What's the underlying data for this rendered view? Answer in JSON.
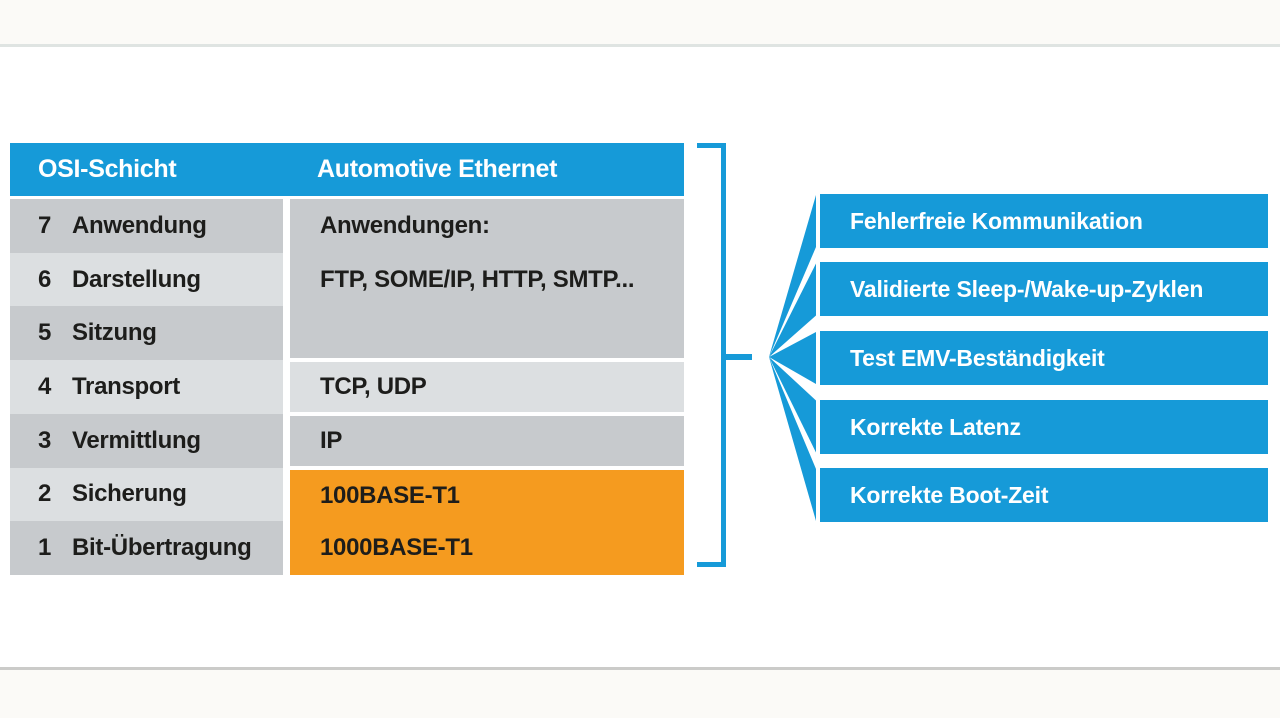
{
  "colors": {
    "blue": "#169ad8",
    "orange": "#f59b1f",
    "row-dark": "#c7cacd",
    "row-light": "#dcdfe1",
    "ink": "#1d1d1b",
    "band": "#fbfaf7",
    "divider-top": "#dfe4e2",
    "divider-bottom": "#cbcbc9"
  },
  "table": {
    "header": {
      "col1": "OSI-Schicht",
      "col2": "Automotive Ethernet"
    },
    "rows": [
      {
        "num": "7",
        "name": "Anwendung"
      },
      {
        "num": "6",
        "name": "Darstellung"
      },
      {
        "num": "5",
        "name": "Sitzung"
      },
      {
        "num": "4",
        "name": "Transport"
      },
      {
        "num": "3",
        "name": "Vermittlung"
      },
      {
        "num": "2",
        "name": "Sicherung"
      },
      {
        "num": "1",
        "name": "Bit-Übertragung"
      }
    ],
    "right": {
      "app_line1": "Anwendungen:",
      "app_line2": "FTP, SOME/IP, HTTP, SMTP...",
      "transport": "TCP, UDP",
      "network": "IP",
      "phy_line1": "100BASE-T1",
      "phy_line2": "1000BASE-T1"
    }
  },
  "benefits": [
    "Fehlerfreie Kommunikation",
    "Validierte Sleep-/Wake-up-Zyklen",
    "Test EMV-Beständigkeit",
    "Korrekte Latenz",
    "Korrekte Boot-Zeit"
  ]
}
